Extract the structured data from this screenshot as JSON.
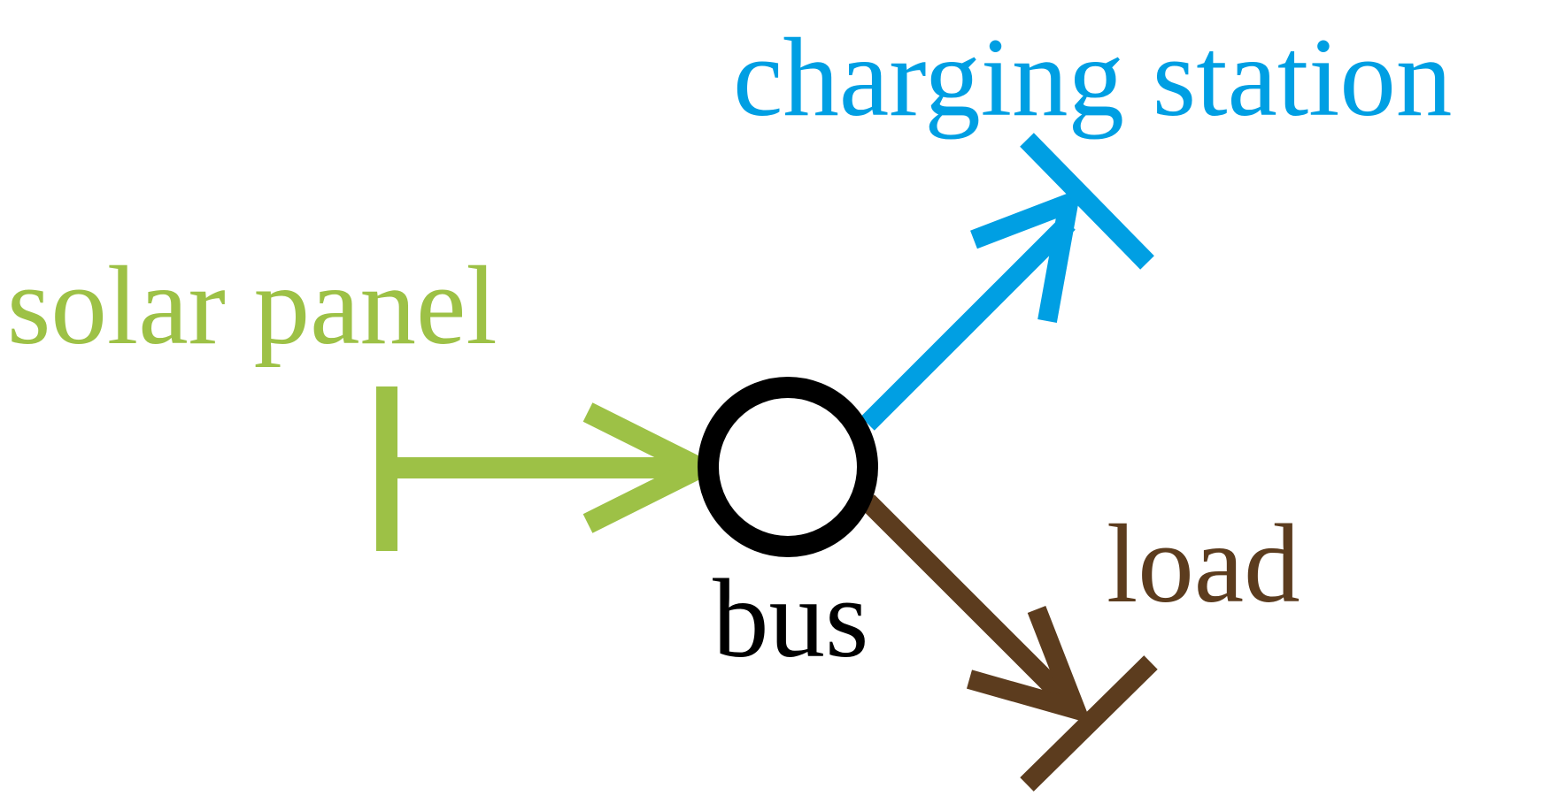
{
  "diagram": {
    "labels": {
      "solar_panel": "solar panel",
      "charging_station": "charging station",
      "bus": "bus",
      "load": "load"
    },
    "colors": {
      "solar_panel": "#9dc146",
      "charging_station": "#009fe3",
      "bus": "#000000",
      "load": "#5c3c1e"
    }
  }
}
